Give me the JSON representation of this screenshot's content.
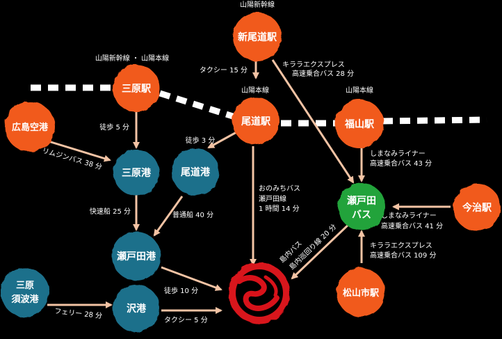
{
  "colors": {
    "background": "#000000",
    "station": "#f15a1e",
    "port": "#1f6f8b",
    "bus": "#22a33a",
    "destination": "#d8121a",
    "arrow": "#f3c3a4",
    "rail": "#ffffff"
  },
  "line_labels": {
    "shin_onomichi": "山陽新幹線",
    "mihara": "山陽新幹線 ・ 山陽本線",
    "onomichi": "山陽本線",
    "fukuyama": "山陽本線"
  },
  "nodes": {
    "shin_onomichi": "新尾道駅",
    "mihara_station": "三原駅",
    "onomichi_station": "尾道駅",
    "fukuyama_station": "福山駅",
    "hiroshima_airport": "広島空港",
    "mihara_port": "三原港",
    "onomichi_port": "尾道港",
    "setoda_bus_line1": "瀬戸田",
    "setoda_bus_line2": "バス",
    "imabari_station": "今治駅",
    "setoda_port": "瀬戸田港",
    "sunami_port_line1": "三原",
    "sunami_port_line2": "須波港",
    "sawa_port": "沢港",
    "matsuyama_station": "松山市駅"
  },
  "edges": {
    "taxi_15": "タクシー 15 分",
    "kirara_28_line1": "キララエクスプレス",
    "kirara_28_line2": "高速乗合バス 28 分",
    "walk_5": "徒歩 5 分",
    "walk_3": "徒歩 3 分",
    "limousine_38": "リムジンバス 38 分",
    "shimanami_43_line1": "しまなみライナー",
    "shimanami_43_line2": "高速乗合バス 43 分",
    "onomichi_bus_line1": "おのみちバス",
    "onomichi_bus_line2": "瀬戸田線",
    "onomichi_bus_line3": "1 時間 14 分",
    "fast_boat_25": "快速船 25 分",
    "regular_boat_40": "普通船 40 分",
    "shimanami_41_line1": "しまなみライナー",
    "shimanami_41_line2": "高速乗合バス 41 分",
    "ikuchi_bus_line1": "島内バス",
    "ikuchi_bus_line2": "島内巡回り線 20 分",
    "kirara_109_line1": "キララエクスプレス",
    "kirara_109_line2": "高速乗合バス 109 分",
    "walk_10": "徒歩 10 分",
    "ferry_28": "フェリー 28 分",
    "taxi_5": "タクシー 5 分"
  }
}
